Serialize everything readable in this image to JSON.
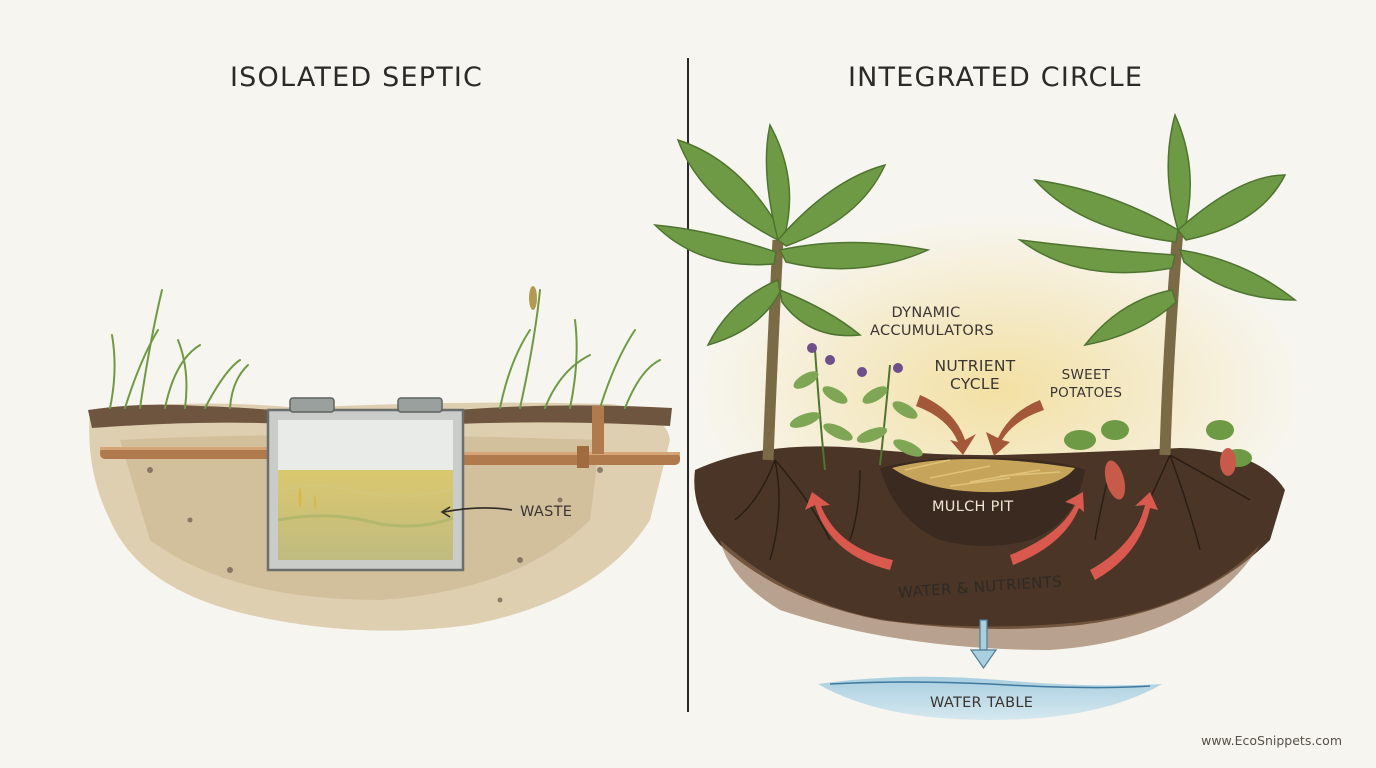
{
  "left_panel": {
    "title": "ISOLATED SEPTIC",
    "labels": {
      "waste": "WASTE"
    }
  },
  "right_panel": {
    "title": "INTEGRATED CIRCLE",
    "labels": {
      "dynamic_accumulators": "DYNAMIC ACCUMULATORS",
      "nutrient_cycle": "NUTRIENT CYCLE",
      "sweet_potatoes": "SWEET POTATOES",
      "mulch_pit": "MULCH PIT",
      "water_nutrients": "WATER & NUTRIENTS",
      "water_table": "WATER TABLE"
    }
  },
  "footer": {
    "watermark": "www.EcoSnippets.com"
  },
  "colors": {
    "soil_dark": "#4a3526",
    "soil_light": "#c8b48d",
    "pipe": "#b07a4c",
    "arrow_red": "#d9594f",
    "arrow_brown": "#a3583a",
    "leaf": "#6f9a45",
    "water": "#a9cfe0"
  }
}
